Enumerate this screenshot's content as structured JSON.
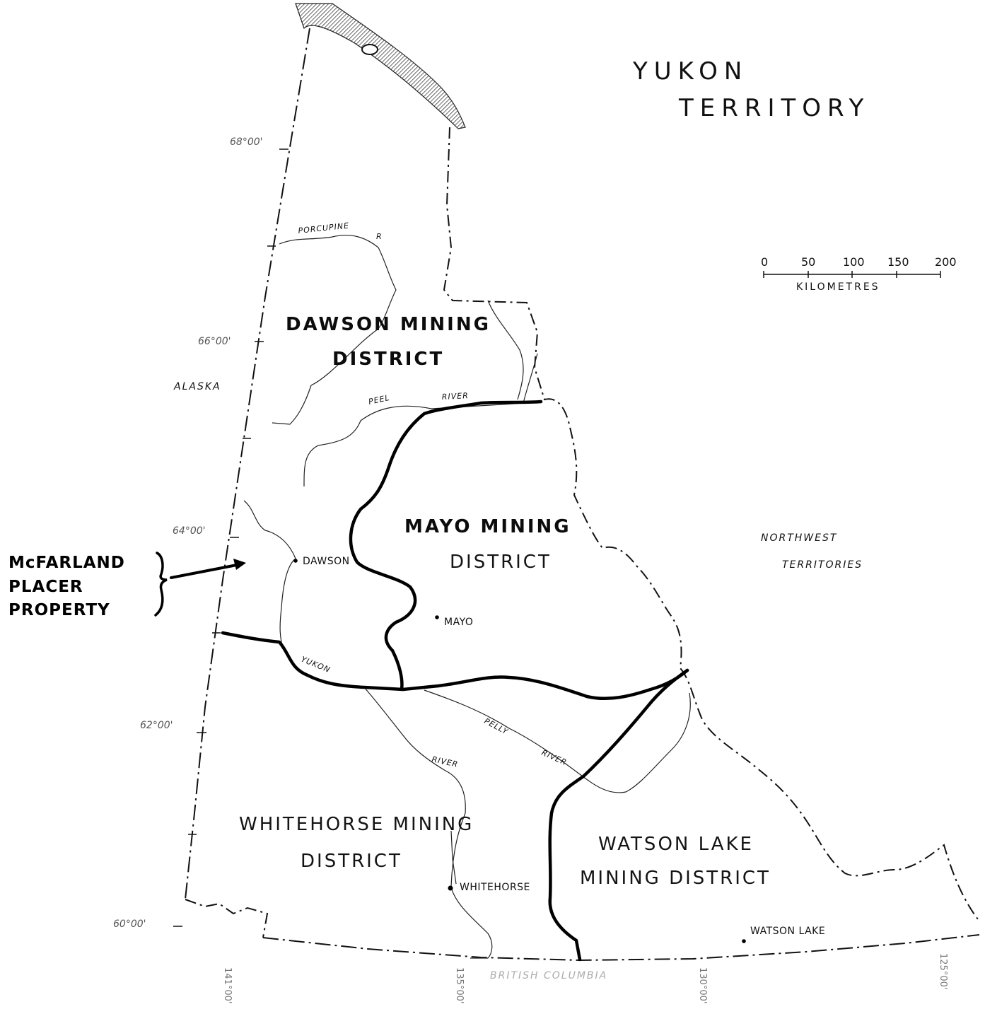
{
  "map": {
    "title_line1": "YUKON",
    "title_line2": "TERRITORY",
    "districts": {
      "dawson": [
        "DAWSON MINING",
        "DISTRICT"
      ],
      "mayo": [
        "MAYO MINING",
        "DISTRICT"
      ],
      "whitehorse": [
        "WHITEHORSE MINING",
        "DISTRICT"
      ],
      "watson_lake": [
        "WATSON LAKE",
        "MINING DISTRICT"
      ]
    },
    "towns": {
      "dawson": "DAWSON",
      "mayo": "MAYO",
      "whitehorse": "WHITEHORSE",
      "watson_lake": "WATSON LAKE"
    },
    "rivers": {
      "porcupine": "PORCUPINE",
      "porcupine_r": "R",
      "peel": "PEEL",
      "peel_river": "RIVER",
      "yukon": "YUKON",
      "yukon_river": "RIVER",
      "pelly": "PELLY",
      "pelly_river": "RIVER"
    },
    "regions": {
      "alaska": "ALASKA",
      "nwt_line1": "NORTHWEST",
      "nwt_line2": "TERRITORIES",
      "bc": "BRITISH COLUMBIA"
    },
    "latitudes": [
      "68°00'",
      "66°00'",
      "64°00'",
      "62°00'",
      "60°00'"
    ],
    "longitudes": [
      "141°00'",
      "135°00'",
      "130°00'",
      "125°00'"
    ],
    "scale": {
      "ticks": [
        "0",
        "50",
        "100",
        "150",
        "200"
      ],
      "unit": "KILOMETRES"
    },
    "callout": [
      "McFARLAND",
      "PLACER",
      "PROPERTY"
    ]
  }
}
